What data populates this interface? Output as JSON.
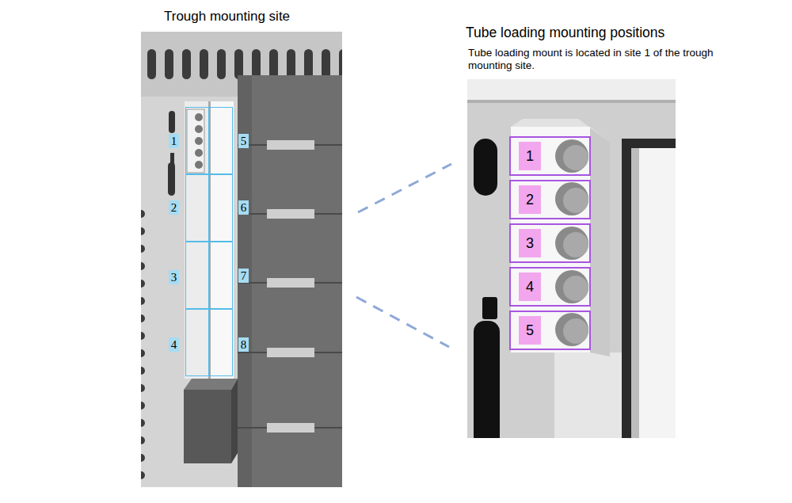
{
  "diagram": {
    "nodes": [
      {
        "text": [
          "1"
        ]
      },
      {
        "text": [
          "2"
        ]
      },
      {
        "text": [
          "3"
        ]
      },
      {
        "text": [
          "4"
        ]
      },
      {
        "text": [
          "5"
        ]
      },
      {
        "text": [
          "6"
        ]
      },
      {
        "text": [
          "7"
        ]
      },
      {
        "text": [
          "8"
        ]
      },
      {
        "text": [
          "1"
        ]
      },
      {
        "text": [
          "2"
        ]
      },
      {
        "text": [
          "3"
        ]
      },
      {
        "text": [
          "4"
        ]
      },
      {
        "text": [
          "5"
        ]
      }
    ],
    "labels": [
      "Trough mounting site",
      "Tube loading mounting positions",
      "Tube loading mount is located in site 1 of the trough mounting site."
    ]
  }
}
